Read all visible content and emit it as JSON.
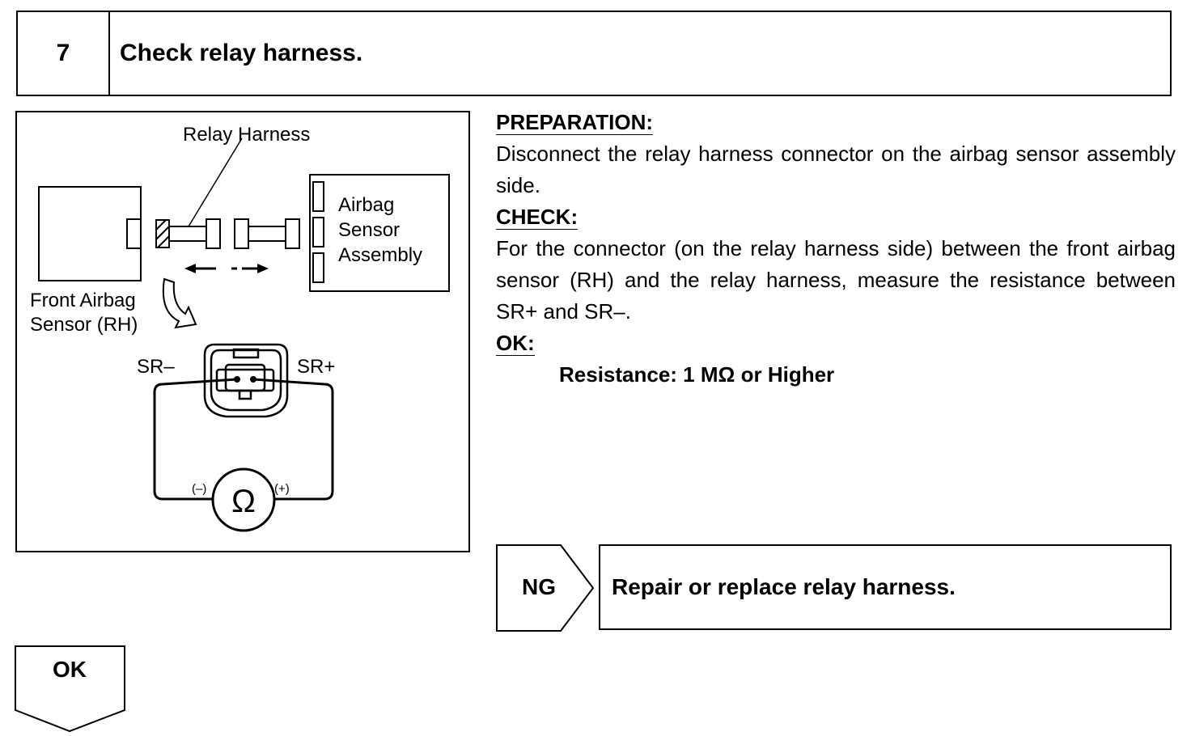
{
  "step": {
    "number": "7",
    "title": "Check relay harness."
  },
  "figure": {
    "label_relay_harness": "Relay Harness",
    "label_airbag_sensor": [
      "Airbag",
      "Sensor",
      "Assembly"
    ],
    "label_front_airbag_sensor": [
      "Front Airbag",
      "Sensor (RH)"
    ],
    "label_sr_minus": "SR–",
    "label_sr_plus": "SR+",
    "ohmmeter_symbol": "Ω",
    "ohmmeter_neg": "(–)",
    "ohmmeter_pos": "(+)"
  },
  "instructions": {
    "preparation_heading": "PREPARATION:",
    "preparation_text": "Disconnect the relay harness connector on the airbag sensor assembly side.",
    "check_heading": "CHECK:",
    "check_text": "For the connector (on the relay harness side) between the front airbag sensor (RH) and the relay harness, measure the resistance between SR+ and SR–.",
    "ok_heading": "OK:",
    "ok_spec": "Resistance: 1 MΩ or Higher"
  },
  "result_ng": {
    "label": "NG",
    "action": "Repair or replace relay harness."
  },
  "result_ok": {
    "label": "OK"
  }
}
